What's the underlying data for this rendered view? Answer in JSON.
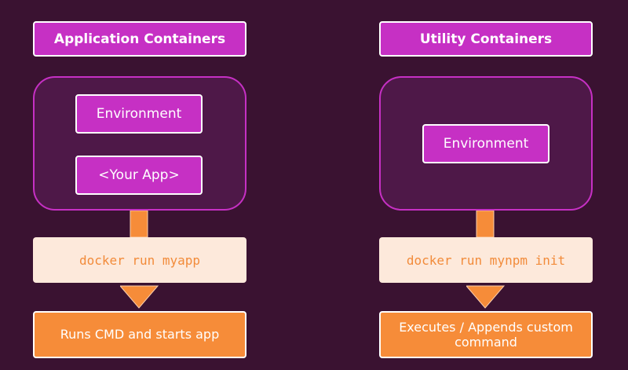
{
  "colors": {
    "background": "#3a1231",
    "magenta": "#c630c4",
    "container_fill": "#4e1848",
    "orange": "#f68c39",
    "command_fill": "#fde9db",
    "command_text": "#f28b3a"
  },
  "left": {
    "title": "Application Containers",
    "items": [
      "Environment",
      "<Your App>"
    ],
    "command": "docker run myapp",
    "result": "Runs CMD and starts app"
  },
  "right": {
    "title": "Utility Containers",
    "items": [
      "Environment"
    ],
    "command": "docker run mynpm init",
    "result": "Executes / Appends custom command"
  }
}
